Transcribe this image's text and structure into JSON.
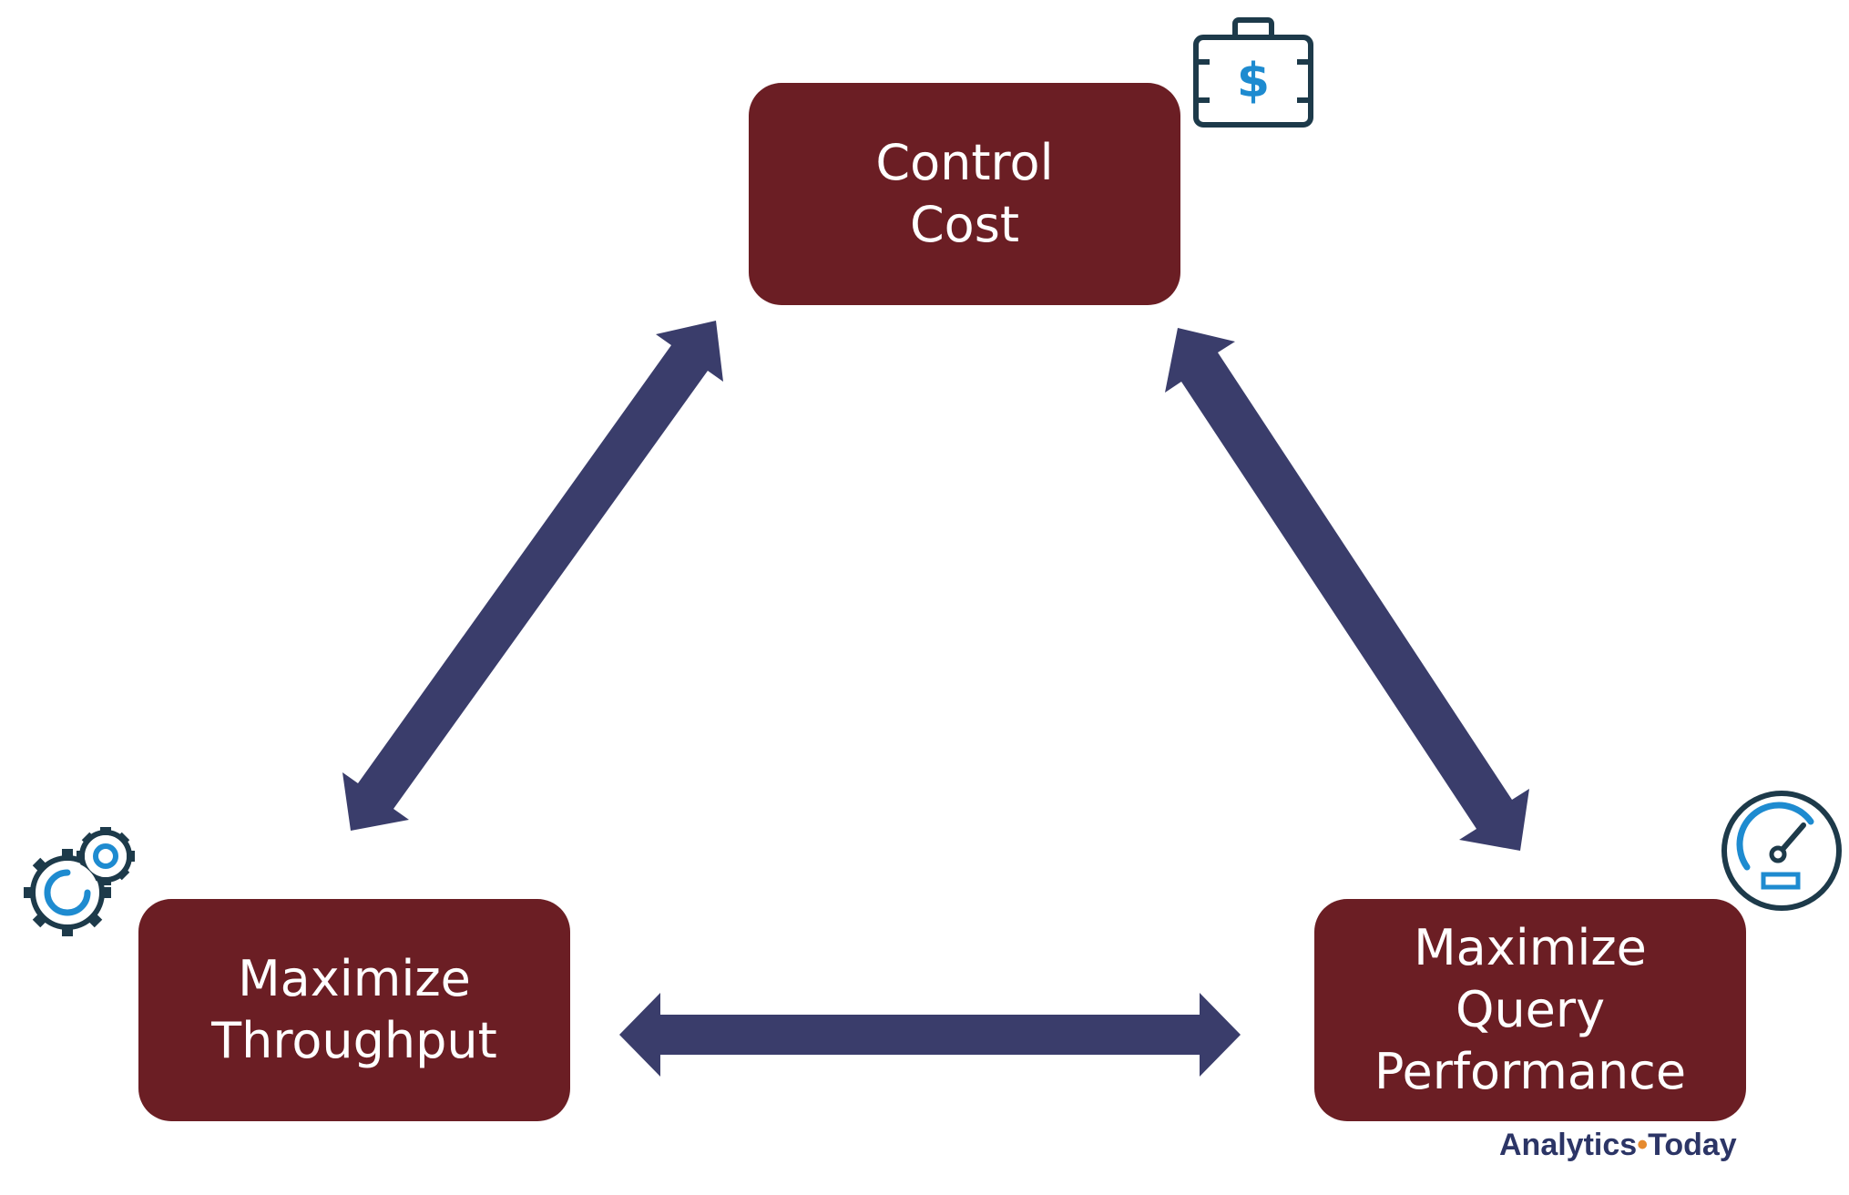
{
  "colors": {
    "box_fill": "#6b1e24",
    "box_text": "#ffffff",
    "arrow": "#3a3d6b",
    "icon_dark": "#1d3a4a",
    "icon_accent": "#1e8bd0",
    "brand_text": "#2c3566",
    "brand_dot": "#e68a2e"
  },
  "nodes": {
    "cost": {
      "line1": "Control",
      "line2": "Cost",
      "icon": "briefcase-dollar-icon"
    },
    "throughput": {
      "line1": "Maximize",
      "line2": "Throughput",
      "icon": "gears-icon"
    },
    "performance": {
      "line1": "Maximize",
      "line2": "Query",
      "line3": "Performance",
      "icon": "gauge-icon"
    }
  },
  "edges": [
    {
      "from": "cost",
      "to": "throughput",
      "type": "double-headed-arrow"
    },
    {
      "from": "cost",
      "to": "performance",
      "type": "double-headed-arrow"
    },
    {
      "from": "throughput",
      "to": "performance",
      "type": "double-headed-arrow"
    }
  ],
  "brand": {
    "part1": "Analytics",
    "separator": "•",
    "part2": "Today"
  }
}
